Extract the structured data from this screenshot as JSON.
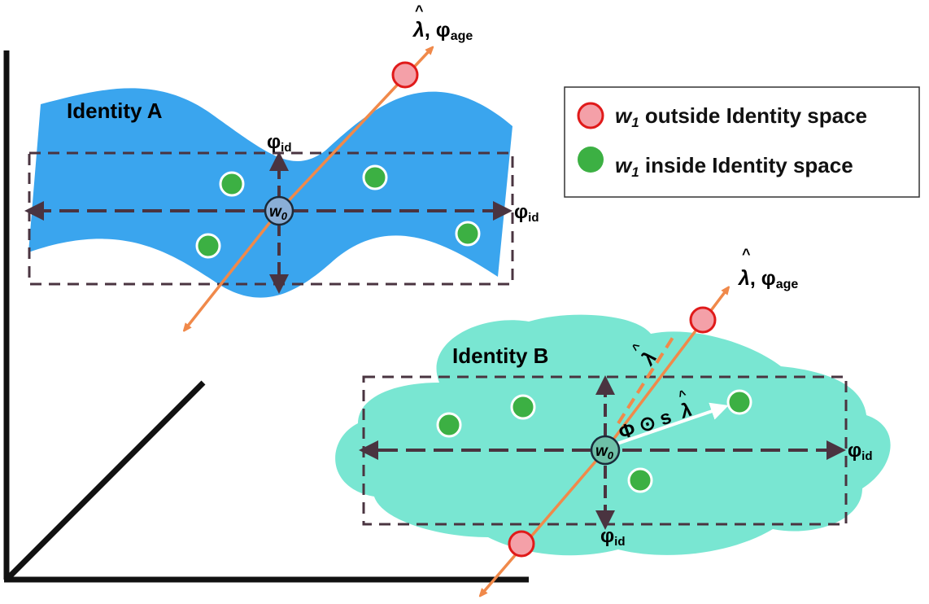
{
  "legend": {
    "outside": {
      "symbol": "w",
      "subscript": "1",
      "text": " outside Identity space",
      "color": "#f4a0a8",
      "stroke": "#e01a1a"
    },
    "inside": {
      "symbol": "w",
      "subscript": "1",
      "text": " inside Identity space",
      "color": "#3cb043",
      "stroke": "#2a8f33"
    }
  },
  "identity_a": {
    "title": "Identity A",
    "fill": "#3aa5ee",
    "center": {
      "symbol": "w",
      "subscript": "0"
    },
    "phi_up": {
      "symbol": "φ",
      "subscript": "id"
    },
    "phi_right": {
      "symbol": "φ",
      "subscript": "id"
    },
    "age_axis": {
      "hat": "^",
      "symbol": "λ",
      "text": ", φ",
      "subscript": "age"
    }
  },
  "identity_b": {
    "title": "Identity B",
    "fill": "#79e6d2",
    "center": {
      "symbol": "w",
      "subscript": "0"
    },
    "phi_right": {
      "symbol": "φ",
      "subscript": "id"
    },
    "phi_down": {
      "symbol": "φ",
      "subscript": "id"
    },
    "age_axis": {
      "hat": "^",
      "symbol": "λ",
      "text": ", φ",
      "subscript": "age"
    },
    "lambda_label": {
      "hat": "^",
      "symbol": "λ"
    },
    "projection_label": {
      "text": "Φ ⊙ s",
      "hat": "^",
      "symbol": "λ"
    }
  },
  "colors": {
    "arrow_orange": "#f0894a",
    "dashed_box": "#4a3440",
    "axis": "#111111"
  }
}
